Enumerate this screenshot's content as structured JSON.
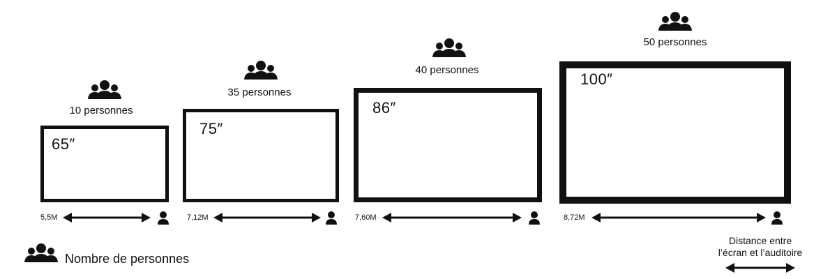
{
  "screens": [
    {
      "size_label": "65″",
      "audience_label": "10 personnes",
      "distance_label": "5,5M"
    },
    {
      "size_label": "75″",
      "audience_label": "35 personnes",
      "distance_label": "7,12M"
    },
    {
      "size_label": "86″",
      "audience_label": "40 personnes",
      "distance_label": "7,60M"
    },
    {
      "size_label": "100″",
      "audience_label": "50 personnes",
      "distance_label": "8,72M"
    }
  ],
  "legend": {
    "people_label": "Nombre de personnes",
    "distance_label_line1": "Distance entre",
    "distance_label_line2": "l’écran et l’auditoire"
  },
  "colors": {
    "ink": "#111111",
    "background": "#ffffff"
  },
  "icons": {
    "audience": "group-icon",
    "viewer": "person-icon",
    "distance": "double-arrow-icon"
  }
}
